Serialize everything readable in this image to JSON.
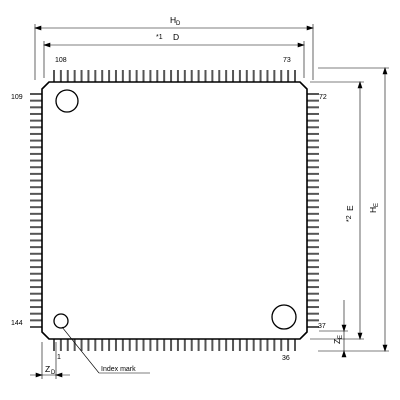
{
  "dimensions": {
    "hd": {
      "main": "H",
      "sub": "D"
    },
    "d": {
      "note": "*1",
      "main": "D"
    },
    "he": {
      "main": "H",
      "sub": "E"
    },
    "e": {
      "note": "*2",
      "main": "E"
    },
    "zd": {
      "main": "Z",
      "sub": "D"
    },
    "ze": {
      "main": "Z",
      "sub": "E"
    }
  },
  "pins": {
    "top_left": "108",
    "top_right": "73",
    "left_top": "109",
    "right_top": "72",
    "left_bottom": "144",
    "right_bottom": "37",
    "bottom_left": "1",
    "bottom_right": "36"
  },
  "callouts": {
    "index_mark": "Index mark"
  },
  "package": {
    "pins_per_side": 36
  },
  "colors": {
    "line": "#000000",
    "lead": "#555555",
    "background": "#ffffff"
  }
}
